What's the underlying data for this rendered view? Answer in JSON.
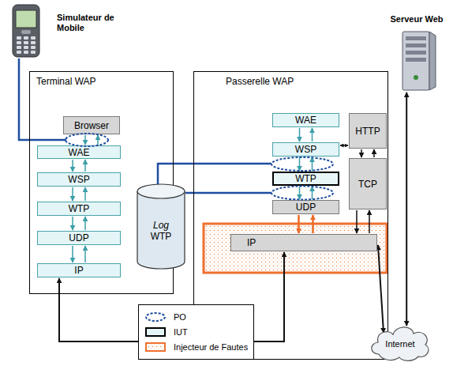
{
  "diagram": {
    "nodes": [
      {
        "text": [
          "Simulateur de Mobile"
        ]
      },
      {
        "text": [
          "Terminal WAP"
        ]
      },
      {
        "text": [
          "Browser"
        ],
        "in": 1
      },
      {
        "text": [
          "WAE"
        ],
        "in": 1
      },
      {
        "text": [
          "WSP"
        ],
        "in": 1
      },
      {
        "text": [
          "WTP"
        ],
        "in": 1
      },
      {
        "text": [
          "UDP"
        ],
        "in": 1
      },
      {
        "text": [
          "IP"
        ],
        "in": 1
      },
      {
        "text": [
          "Passerelle WAP"
        ]
      },
      {
        "text": [
          "WAE"
        ],
        "in": 8
      },
      {
        "text": [
          "HTTP"
        ],
        "in": 8
      },
      {
        "text": [
          "WSP"
        ],
        "in": 8
      },
      {
        "text": [
          "WTP"
        ],
        "in": 8
      },
      {
        "text": [
          "TCP"
        ],
        "in": 8
      },
      {
        "text": [
          "UDP"
        ],
        "in": 8
      },
      {
        "text": [
          "IP"
        ],
        "in": 8
      },
      {
        "text": [
          "Serveur Web"
        ]
      },
      {
        "text": [
          "Log",
          "WTP"
        ]
      },
      {
        "text": [
          "Internet"
        ]
      }
    ],
    "edges": [
      {
        "from": 2,
        "to": 3,
        "arrow": "to"
      },
      {
        "from": 3,
        "to": 2,
        "arrow": "to"
      },
      {
        "from": 3,
        "to": 4,
        "arrow": "to"
      },
      {
        "from": 4,
        "to": 3,
        "arrow": "to"
      },
      {
        "from": 4,
        "to": 5,
        "arrow": "to"
      },
      {
        "from": 5,
        "to": 4,
        "arrow": "to"
      },
      {
        "from": 5,
        "to": 6,
        "arrow": "to"
      },
      {
        "from": 6,
        "to": 5,
        "arrow": "to"
      },
      {
        "from": 6,
        "to": 7,
        "arrow": "to"
      },
      {
        "from": 7,
        "to": 6,
        "arrow": "to"
      },
      {
        "from": 9,
        "to": 11,
        "arrow": "to"
      },
      {
        "from": 11,
        "to": 9,
        "arrow": "to"
      },
      {
        "from": 11,
        "to": 12,
        "arrow": "to"
      },
      {
        "from": 12,
        "to": 11,
        "arrow": "to"
      },
      {
        "from": 12,
        "to": 14,
        "arrow": "to"
      },
      {
        "from": 14,
        "to": 12,
        "arrow": "to"
      },
      {
        "from": 14,
        "to": 15,
        "arrow": "to"
      },
      {
        "from": 15,
        "to": 14,
        "arrow": "to"
      },
      {
        "from": 11,
        "to": 10,
        "arrow": "both"
      },
      {
        "from": 10,
        "to": 13,
        "arrow": "to"
      },
      {
        "from": 13,
        "to": 10,
        "arrow": "to"
      },
      {
        "from": 13,
        "to": 15,
        "arrow": "to"
      },
      {
        "from": 15,
        "to": 13,
        "arrow": "to"
      },
      {
        "from": 7,
        "to": 15,
        "arrow": "both"
      },
      {
        "from": 15,
        "to": 18,
        "arrow": "both"
      },
      {
        "from": 18,
        "to": 16,
        "arrow": "both"
      }
    ],
    "legend": [
      {
        "text": "PO"
      },
      {
        "text": "IUT"
      },
      {
        "text": "Injecteur de Fautes"
      }
    ]
  }
}
